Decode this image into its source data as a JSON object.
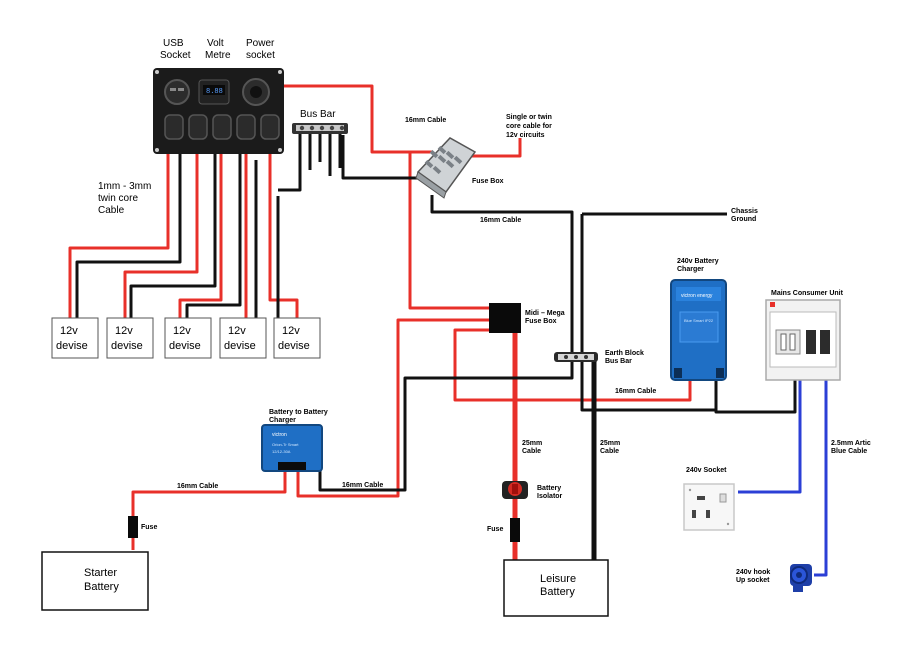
{
  "labels": {
    "usb_socket_1": "USB",
    "usb_socket_2": "Socket",
    "volt_metre_1": "Volt",
    "volt_metre_2": "Metre",
    "power_socket_1": "Power",
    "power_socket_2": "socket",
    "bus_bar": "Bus Bar",
    "cable_16mm_top": "16mm Cable",
    "single_twin_1": "Single or twin",
    "single_twin_2": "core cable for",
    "single_twin_3": "12v circuits",
    "fuse_box": "Fuse Box",
    "twin_core_1": "1mm - 3mm",
    "twin_core_2": "twin core",
    "twin_core_3": "Cable",
    "cable_16mm_mid": "16mm Cable",
    "chassis_1": "Chassis",
    "chassis_2": "Ground",
    "charger240_1": "240v Battery",
    "charger240_2": "Charger",
    "mains_unit": "Mains Consumer Unit",
    "midi_1": "Midi – Mega",
    "midi_2": "Fuse Box",
    "earth_1": "Earth Block",
    "earth_2": "Bus Bar",
    "cable_16mm_right": "16mm Cable",
    "b2b_1": "Battery to Battery",
    "b2b_2": "Charger",
    "cable_25mm_a1": "25mm",
    "cable_25mm_a2": "Cable",
    "cable_25mm_b1": "25mm",
    "cable_25mm_b2": "Cable",
    "arctic_1": "2.5mm Artic",
    "arctic_2": "Blue Cable",
    "cable_16mm_left": "16mm Cable",
    "cable_16mm_b2b": "16mm Cable",
    "battery_isolator_1": "Battery",
    "battery_isolator_2": "Isolator",
    "socket_240v": "240v Socket",
    "fuse_left": "Fuse",
    "fuse_mid": "Fuse",
    "hookup_1": "240v hook",
    "hookup_2": "Up socket",
    "starter_1": "Starter",
    "starter_2": "Battery",
    "leisure_1": "Leisure",
    "leisure_2": "Battery"
  },
  "devices": [
    {
      "line1": "12v",
      "line2": "devise"
    },
    {
      "line1": "12v",
      "line2": "devise"
    },
    {
      "line1": "12v",
      "line2": "devise"
    },
    {
      "line1": "12v",
      "line2": "devise"
    },
    {
      "line1": "12v",
      "line2": "devise"
    }
  ],
  "colors": {
    "positive": "#e8302a",
    "negative": "#111111",
    "ac_cable": "#2b3fd6",
    "victron_blue": "#1f6fc5"
  }
}
